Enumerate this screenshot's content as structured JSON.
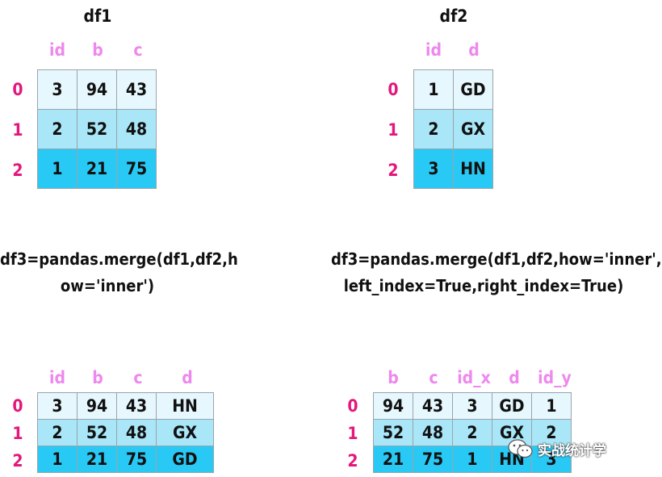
{
  "titles": {
    "df1": "df1",
    "df2": "df2"
  },
  "code_left": [
    "df3=pandas.merge(df1,df2,h",
    "ow='inner')"
  ],
  "code_right": [
    "df3=pandas.merge(df1,df2,how='inner',",
    "left_index=True,right_index=True)"
  ],
  "df1": {
    "columns": [
      "id",
      "b",
      "c"
    ],
    "index": [
      "0",
      "1",
      "2"
    ],
    "rows": [
      [
        "3",
        "94",
        "43"
      ],
      [
        "2",
        "52",
        "48"
      ],
      [
        "1",
        "21",
        "75"
      ]
    ]
  },
  "df2": {
    "columns": [
      "id",
      "d"
    ],
    "index": [
      "0",
      "1",
      "2"
    ],
    "rows": [
      [
        "1",
        "GD"
      ],
      [
        "2",
        "GX"
      ],
      [
        "3",
        "HN"
      ]
    ]
  },
  "result_left": {
    "columns": [
      "id",
      "b",
      "c",
      "d"
    ],
    "index": [
      "0",
      "1",
      "2"
    ],
    "rows": [
      [
        "3",
        "94",
        "43",
        "HN"
      ],
      [
        "2",
        "52",
        "48",
        "GX"
      ],
      [
        "1",
        "21",
        "75",
        "GD"
      ]
    ]
  },
  "result_right": {
    "columns": [
      "b",
      "c",
      "id_x",
      "d",
      "id_y"
    ],
    "index": [
      "0",
      "1",
      "2"
    ],
    "rows": [
      [
        "94",
        "43",
        "3",
        "GD",
        "1"
      ],
      [
        "52",
        "48",
        "2",
        "GX",
        "2"
      ],
      [
        "21",
        "75",
        "1",
        "HN",
        "3"
      ]
    ]
  },
  "watermark": {
    "icon": "wechat-icon",
    "text": "实战统计学"
  },
  "colors": {
    "header": "#ee88ee",
    "index": "#e4177c",
    "row0": "#e6f7fd",
    "row1": "#a9e6f8",
    "row2": "#29c9f5",
    "border": "#9aa4ab"
  }
}
